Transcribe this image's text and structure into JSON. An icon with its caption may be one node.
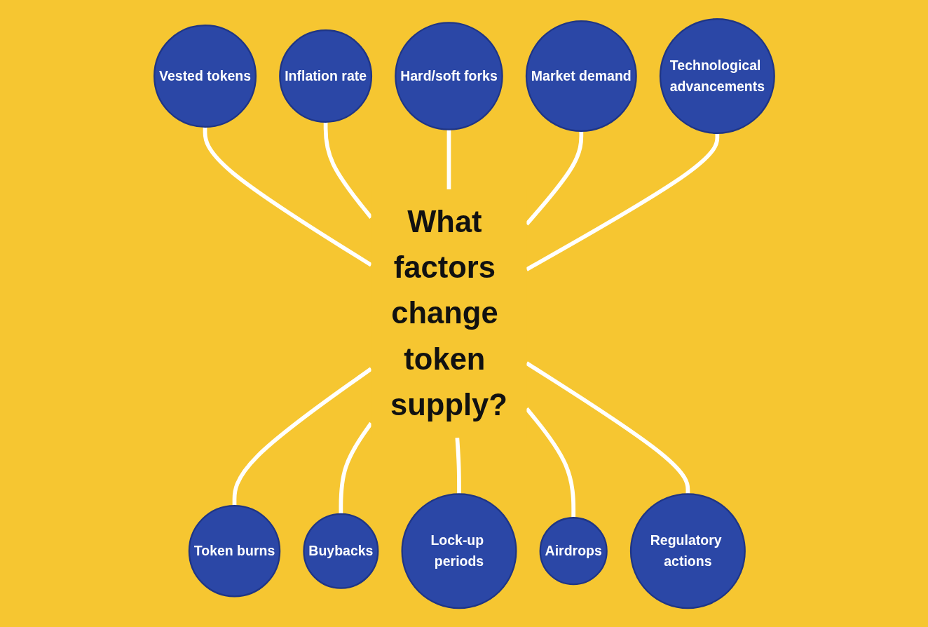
{
  "diagram": {
    "nodes": [
      {
        "text": [
          "What factors change token supply?"
        ]
      },
      {
        "text": [
          "Vested tokens"
        ]
      },
      {
        "text": [
          "Inflation rate"
        ]
      },
      {
        "text": [
          "Hard/soft forks"
        ]
      },
      {
        "text": [
          "Token burns"
        ]
      },
      {
        "text": [
          "Buybacks"
        ]
      },
      {
        "text": [
          "Lock-up periods"
        ]
      },
      {
        "text": [
          "Airdrops"
        ]
      },
      {
        "text": [
          "Regulatory actions"
        ]
      },
      {
        "text": [
          "Market demand"
        ]
      },
      {
        "text": [
          "Technological advancements"
        ]
      }
    ],
    "edges": [
      {
        "from": 1,
        "to": 0,
        "arrow": "none"
      },
      {
        "from": 2,
        "to": 0,
        "arrow": "none"
      },
      {
        "from": 3,
        "to": 0,
        "arrow": "none"
      },
      {
        "from": 0,
        "to": 4,
        "arrow": "none"
      },
      {
        "from": 0,
        "to": 5,
        "arrow": "none"
      },
      {
        "from": 0,
        "to": 6,
        "arrow": "none"
      },
      {
        "from": 0,
        "to": 7,
        "arrow": "none"
      },
      {
        "from": 0,
        "to": 8,
        "arrow": "none"
      },
      {
        "from": 9,
        "to": 0,
        "arrow": "none"
      },
      {
        "from": 10,
        "to": 0,
        "arrow": "none"
      }
    ]
  }
}
